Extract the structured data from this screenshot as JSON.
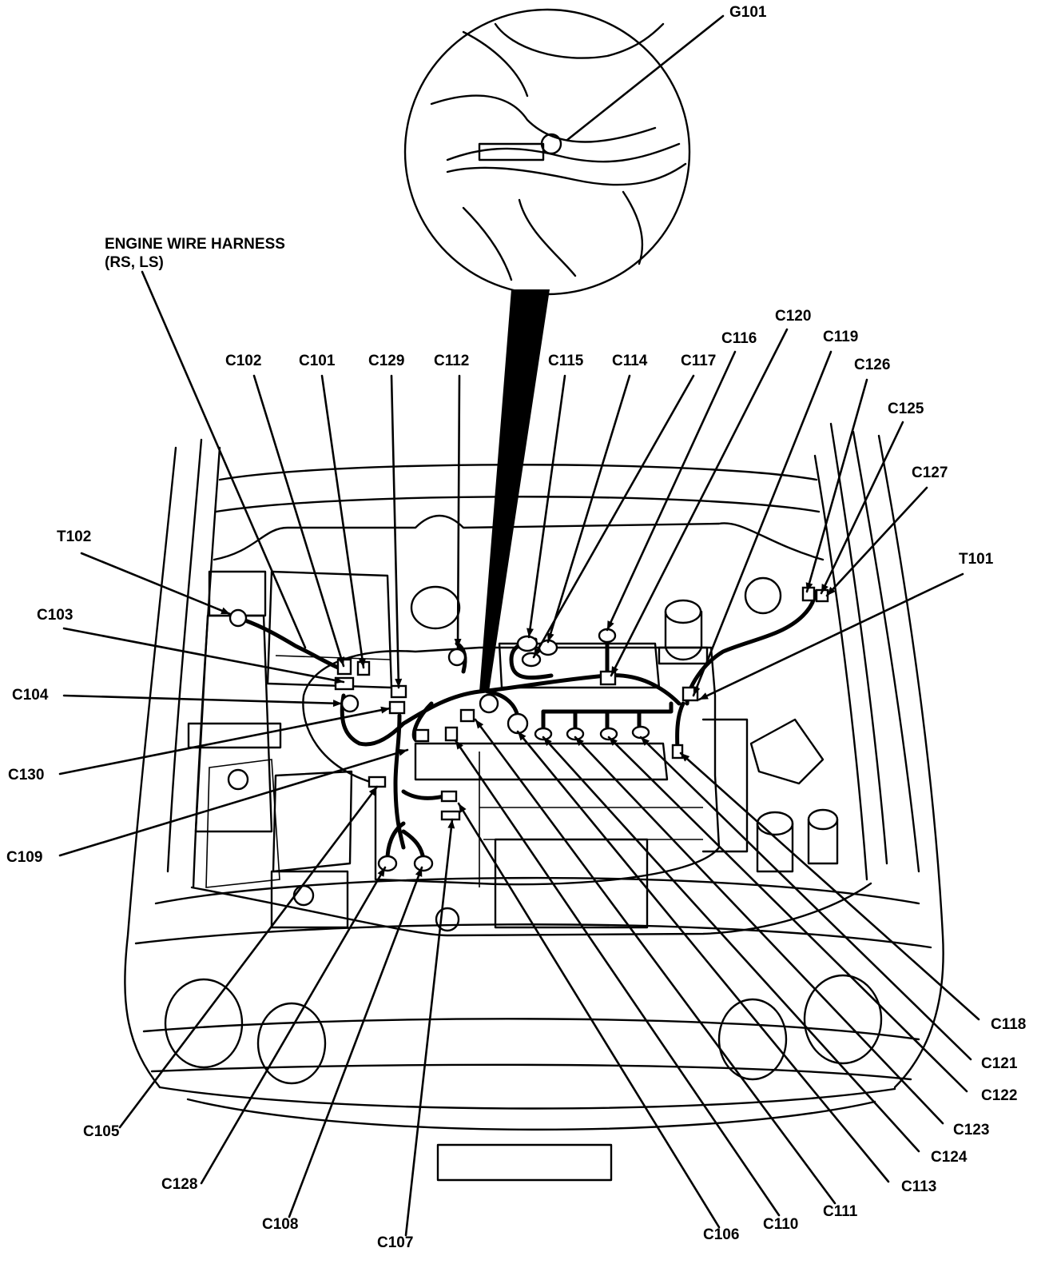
{
  "harness": {
    "title_line1": "ENGINE WIRE HARNESS",
    "title_line2": "(RS, LS)"
  },
  "ground": "G101",
  "callouts": [
    "C102",
    "C101",
    "C129",
    "C112",
    "C115",
    "C114",
    "C117",
    "C116",
    "C120",
    "C119",
    "C126",
    "C125",
    "C127",
    "T102",
    "T101",
    "C103",
    "C104",
    "C130",
    "C109",
    "C118",
    "C121",
    "C122",
    "C123",
    "C124",
    "C113",
    "C111",
    "C110",
    "C106",
    "C107",
    "C108",
    "C128",
    "C105"
  ]
}
